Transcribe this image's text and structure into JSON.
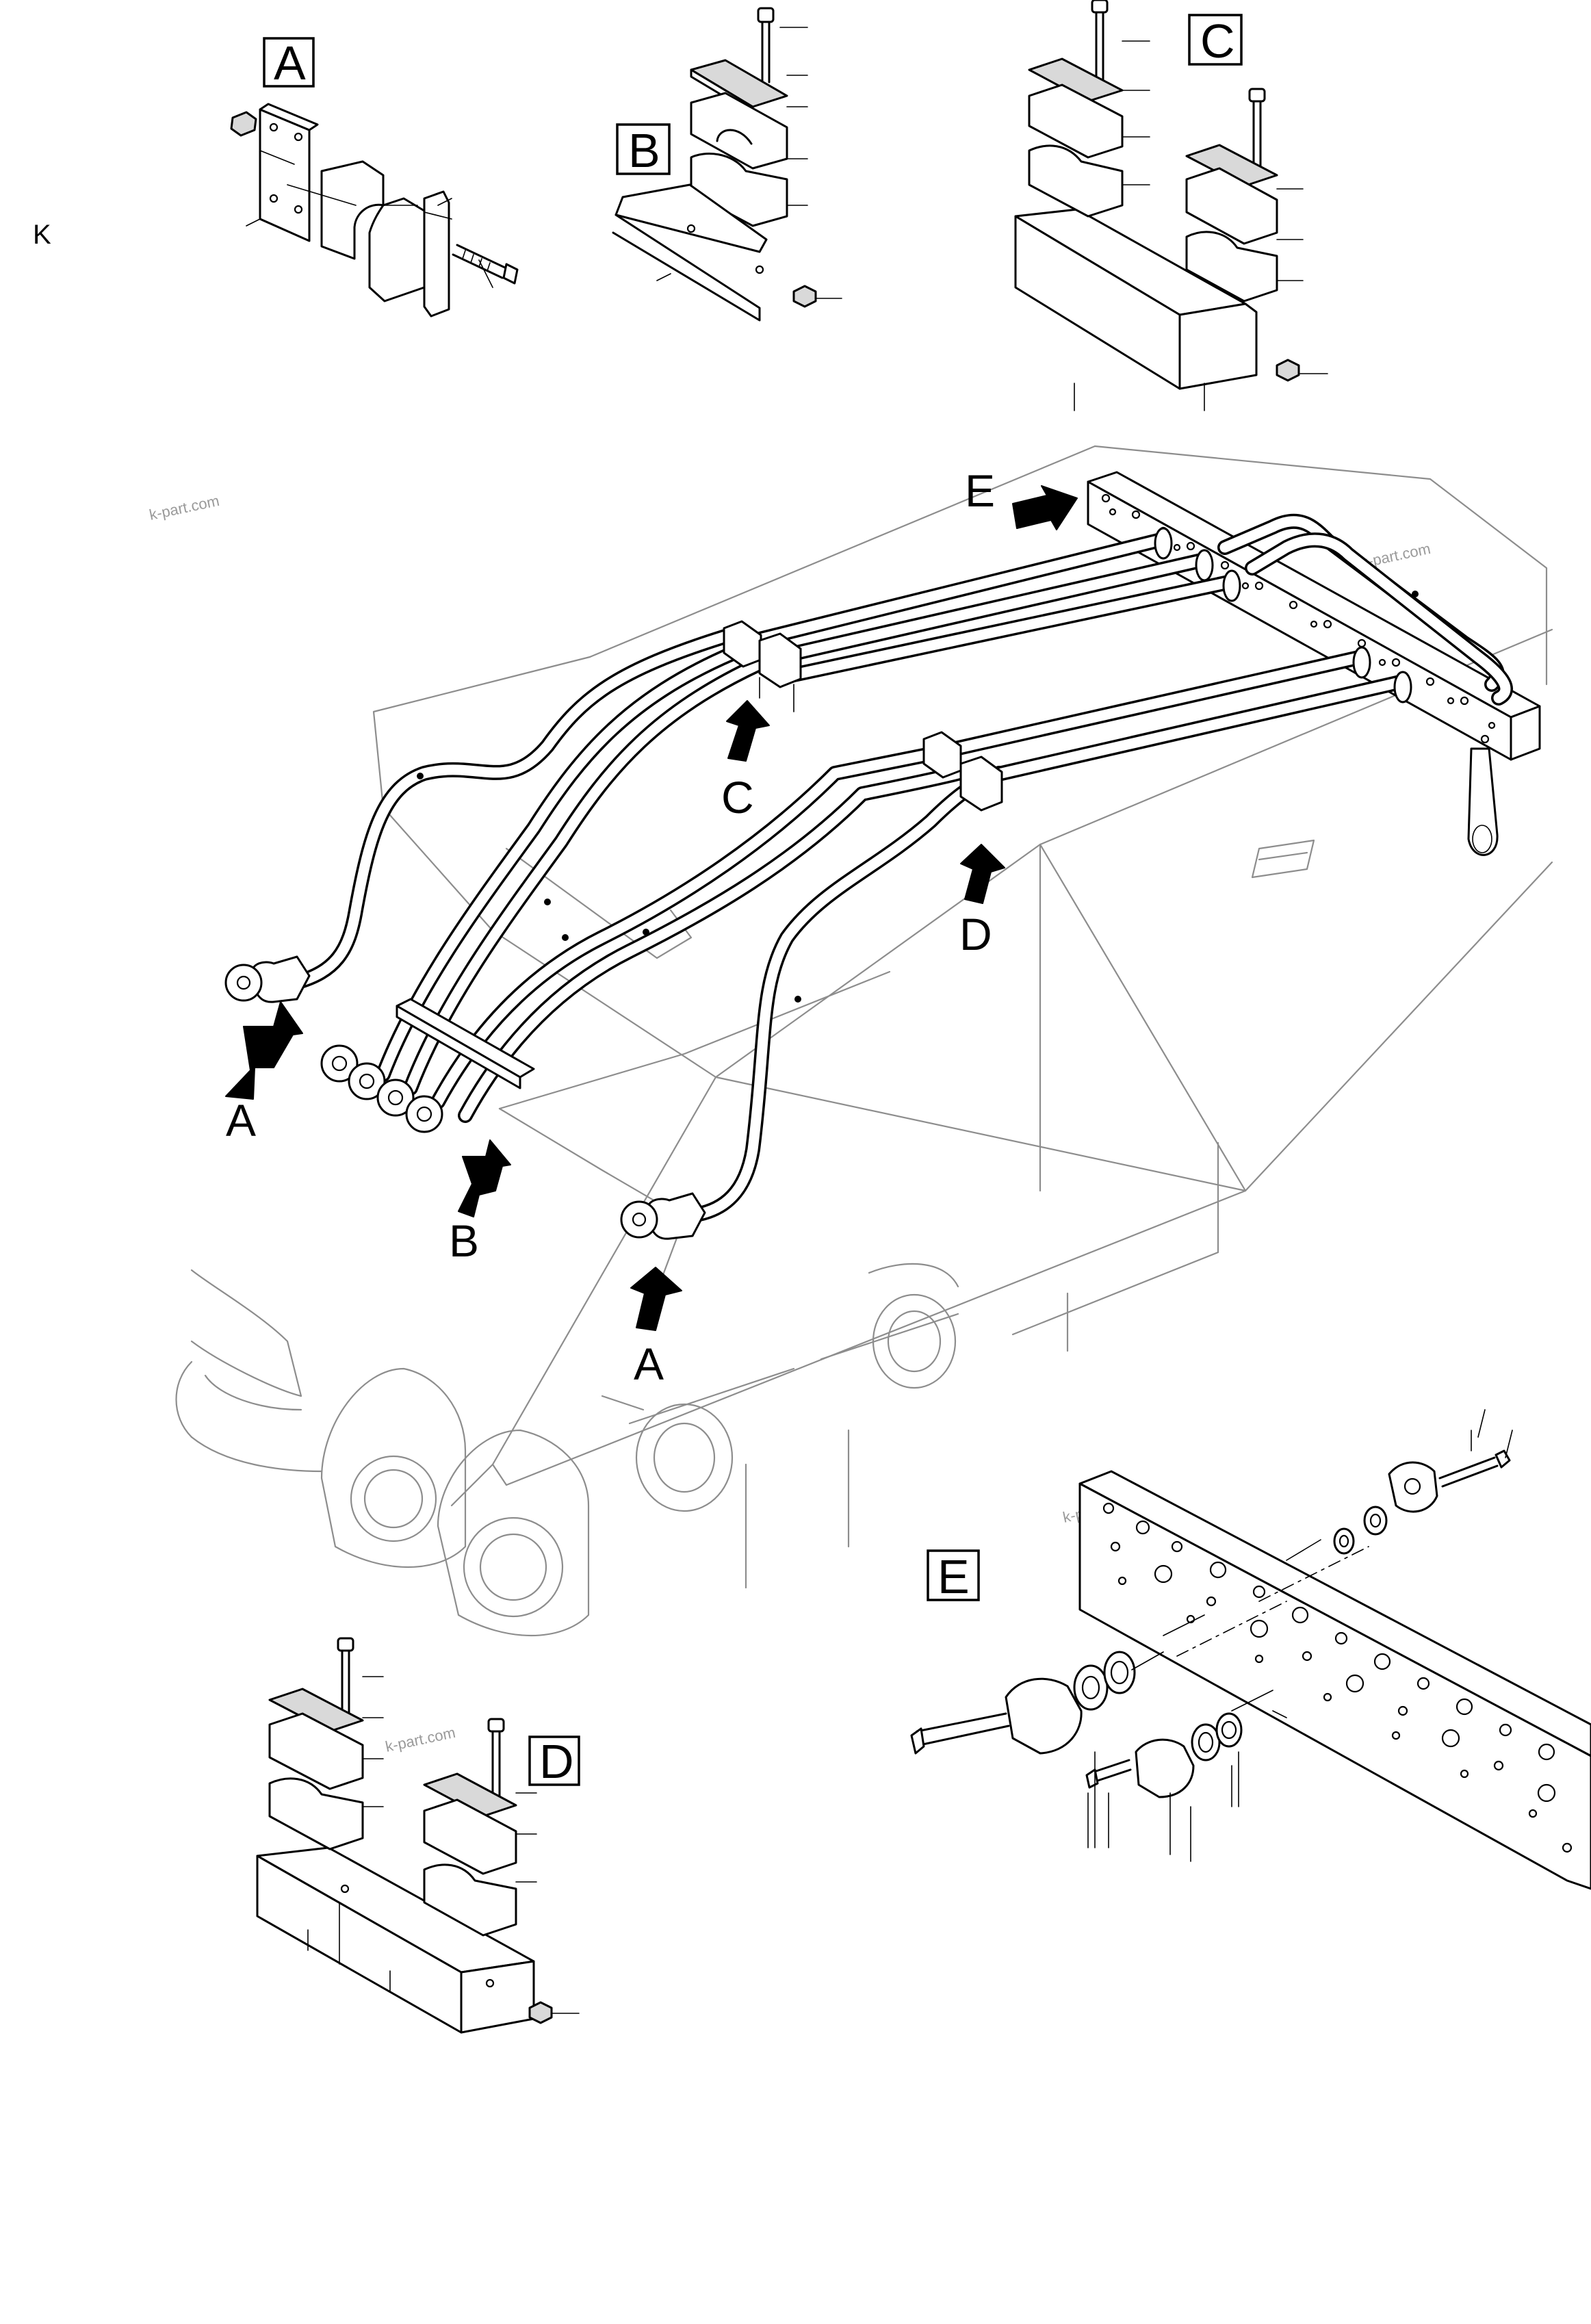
{
  "page_label": "K",
  "watermark": "k-part.com",
  "detail_boxes": {
    "A": "A",
    "B": "B",
    "C": "C",
    "D": "D",
    "E": "E"
  },
  "callouts": {
    "A_left": "A",
    "A_bottom": "A",
    "B": "B",
    "C": "C",
    "D": "D",
    "E": "E"
  }
}
